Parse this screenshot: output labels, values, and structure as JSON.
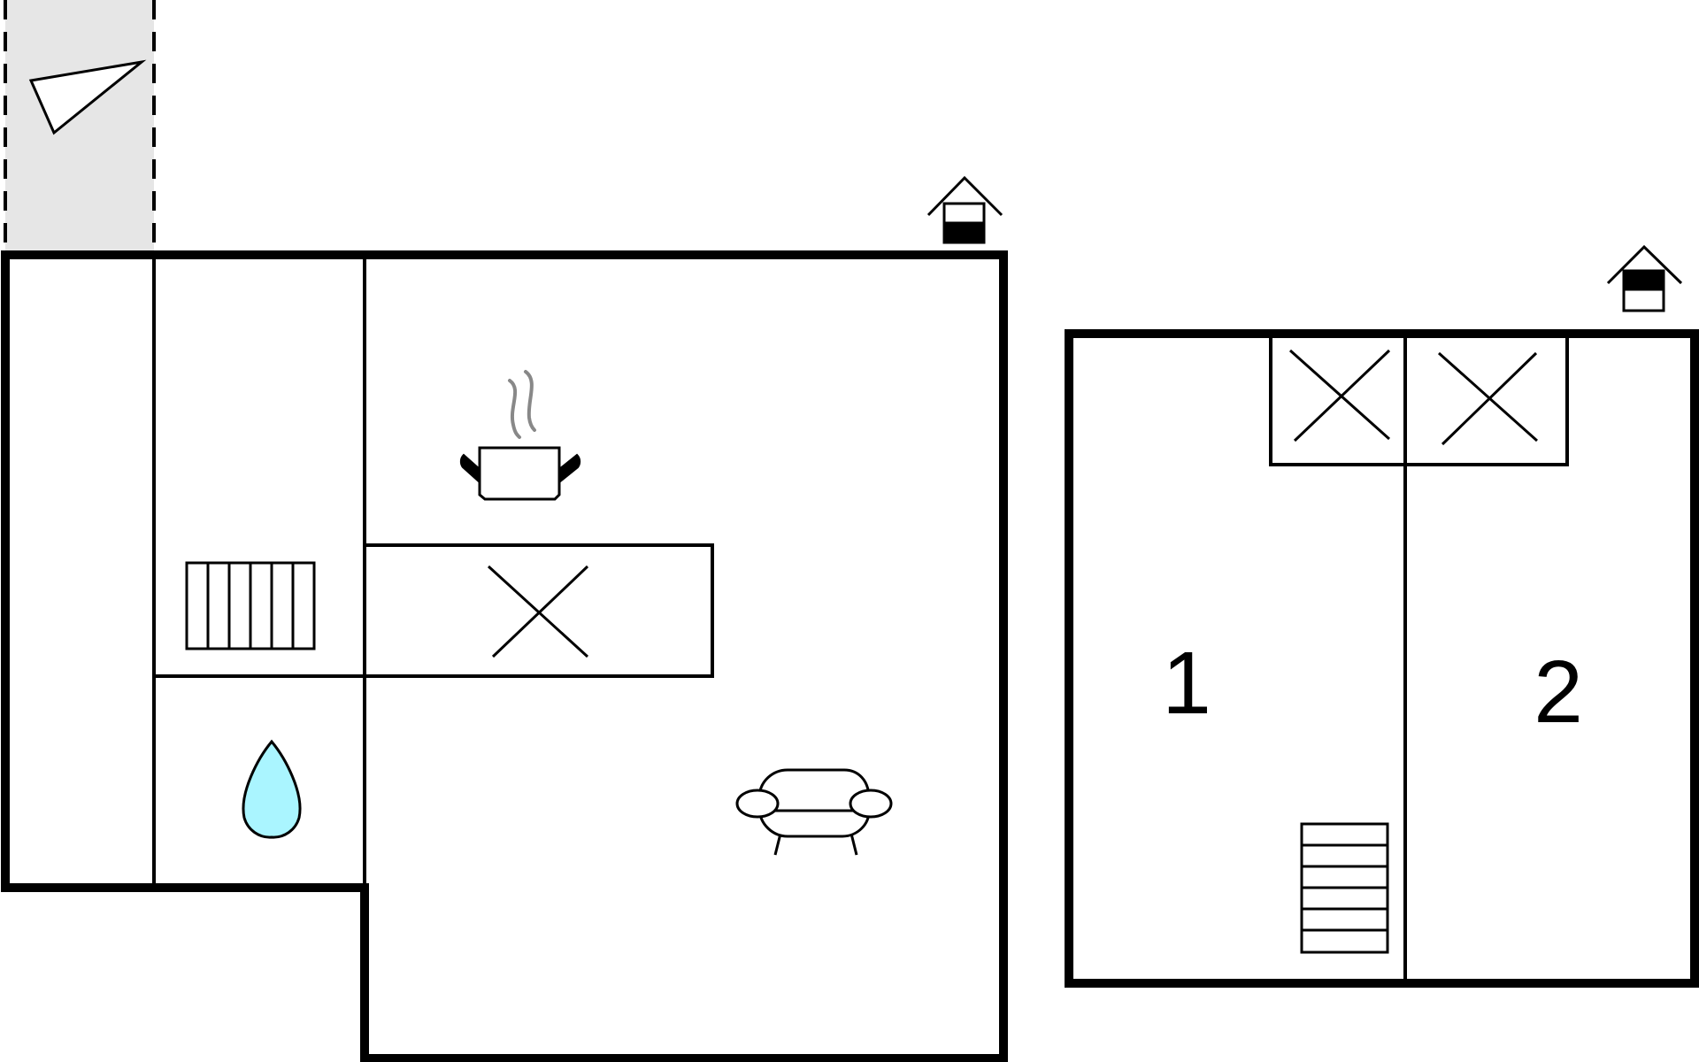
{
  "plan": {
    "colors": {
      "wall": "#000000",
      "background": "#ffffff",
      "terrace": "#e6e6e6",
      "water_drop": "#aaf5ff",
      "steam": "#888888"
    },
    "ground_floor": {
      "icons": [
        "compass-icon",
        "terrace-area",
        "kitchen-pot-icon",
        "kitchen-counter-cross",
        "radiator-icon",
        "water-drop-icon",
        "sofa-icon",
        "floor-marker-icon"
      ]
    },
    "upper_floor": {
      "rooms": [
        {
          "label": "1"
        },
        {
          "label": "2"
        }
      ],
      "icons": [
        "wardrobe-cross",
        "wardrobe-cross",
        "stairs-icon",
        "floor-marker-icon"
      ]
    }
  }
}
